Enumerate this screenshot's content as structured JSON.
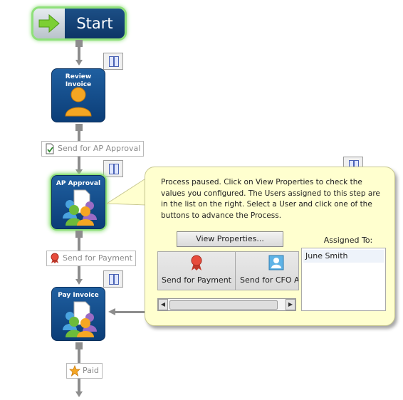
{
  "start": {
    "label": "Start"
  },
  "nodes": [
    {
      "id": "review-invoice",
      "label": "Review Invoice"
    },
    {
      "id": "ap-approval",
      "label": "AP Approval"
    },
    {
      "id": "pay-invoice",
      "label": "Pay Invoice"
    }
  ],
  "actions": [
    {
      "id": "send-ap",
      "label": "Send for AP Approval",
      "icon": "document-check-icon"
    },
    {
      "id": "send-payment",
      "label": "Send for Payment",
      "icon": "ribbon-icon"
    },
    {
      "id": "paid",
      "label": "Paid",
      "icon": "star-icon"
    }
  ],
  "callout": {
    "message": "Process paused. Click on View Properties to check the values you configured. The Users assigned to this step are in the list on the right. Select a User and click one of the buttons to advance the Process.",
    "view_properties_label": "View Properties...",
    "buttons": [
      {
        "label": "Send for Payment",
        "icon": "ribbon-icon"
      },
      {
        "label": "Send for CFO A",
        "icon": "user-card-icon"
      }
    ],
    "assigned_title": "Assigned To:",
    "assigned_users": [
      "June Smith"
    ]
  },
  "colors": {
    "node_blue": "#1a5496",
    "glow_green": "#8fe07a",
    "callout_bg": "#ffffcf",
    "connector_gray": "#8d8d8d"
  }
}
